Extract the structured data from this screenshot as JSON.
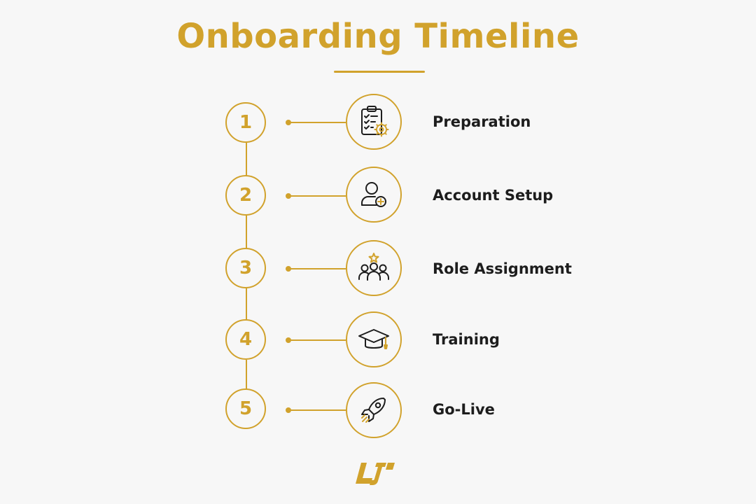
{
  "title": "Onboarding Timeline",
  "colors": {
    "accent": "#D1A22C",
    "text": "#1d1d1d",
    "background": "#f7f7f7"
  },
  "steps": [
    {
      "number": "1",
      "label": "Preparation",
      "icon": "clipboard-checklist-gear-icon"
    },
    {
      "number": "2",
      "label": "Account Setup",
      "icon": "user-add-icon"
    },
    {
      "number": "3",
      "label": "Role Assignment",
      "icon": "team-star-icon"
    },
    {
      "number": "4",
      "label": "Training",
      "icon": "graduation-cap-icon"
    },
    {
      "number": "5",
      "label": "Go-Live",
      "icon": "rocket-icon"
    }
  ],
  "logo": {
    "icon": "company-monogram-logo",
    "text": "LJ"
  }
}
